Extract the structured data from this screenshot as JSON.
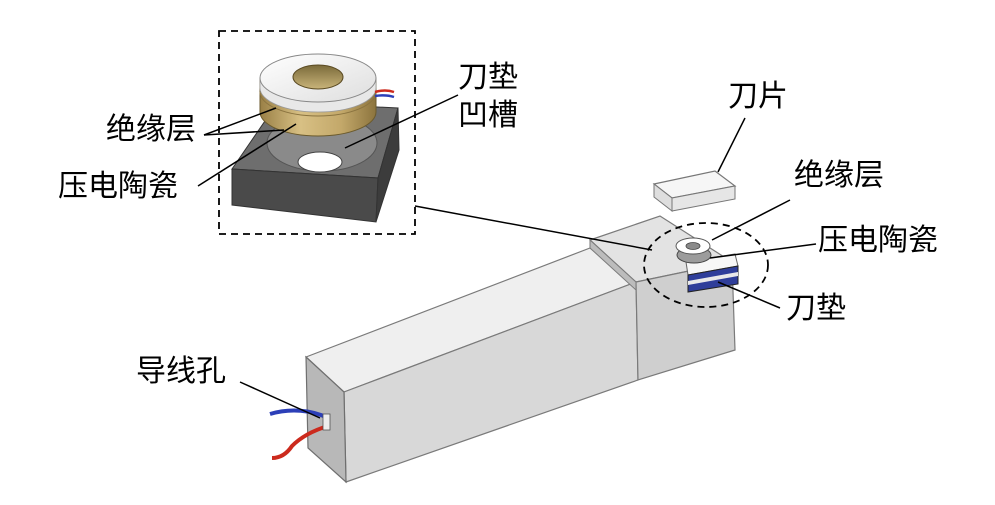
{
  "labels": {
    "inset_insulation": "绝缘层",
    "inset_piezo": "压电陶瓷",
    "inset_groove_line1": "刀垫",
    "inset_groove_line2": "凹槽",
    "blade": "刀片",
    "insulation": "绝缘层",
    "piezo": "压电陶瓷",
    "shim": "刀垫",
    "wire_hole": "导线孔"
  },
  "colors": {
    "body_top": "#efefef",
    "body_front": "#d6d6d6",
    "body_end": "#b9b9b9",
    "shim_dark_top": "#6f6f6f",
    "shim_dark_front": "#4b4b4b",
    "ring_gold": "#c8b070",
    "ring_white": "#f5f5f5",
    "wire_red": "#cc2a1d",
    "wire_blue": "#2c3fb8",
    "line": "#000000"
  }
}
